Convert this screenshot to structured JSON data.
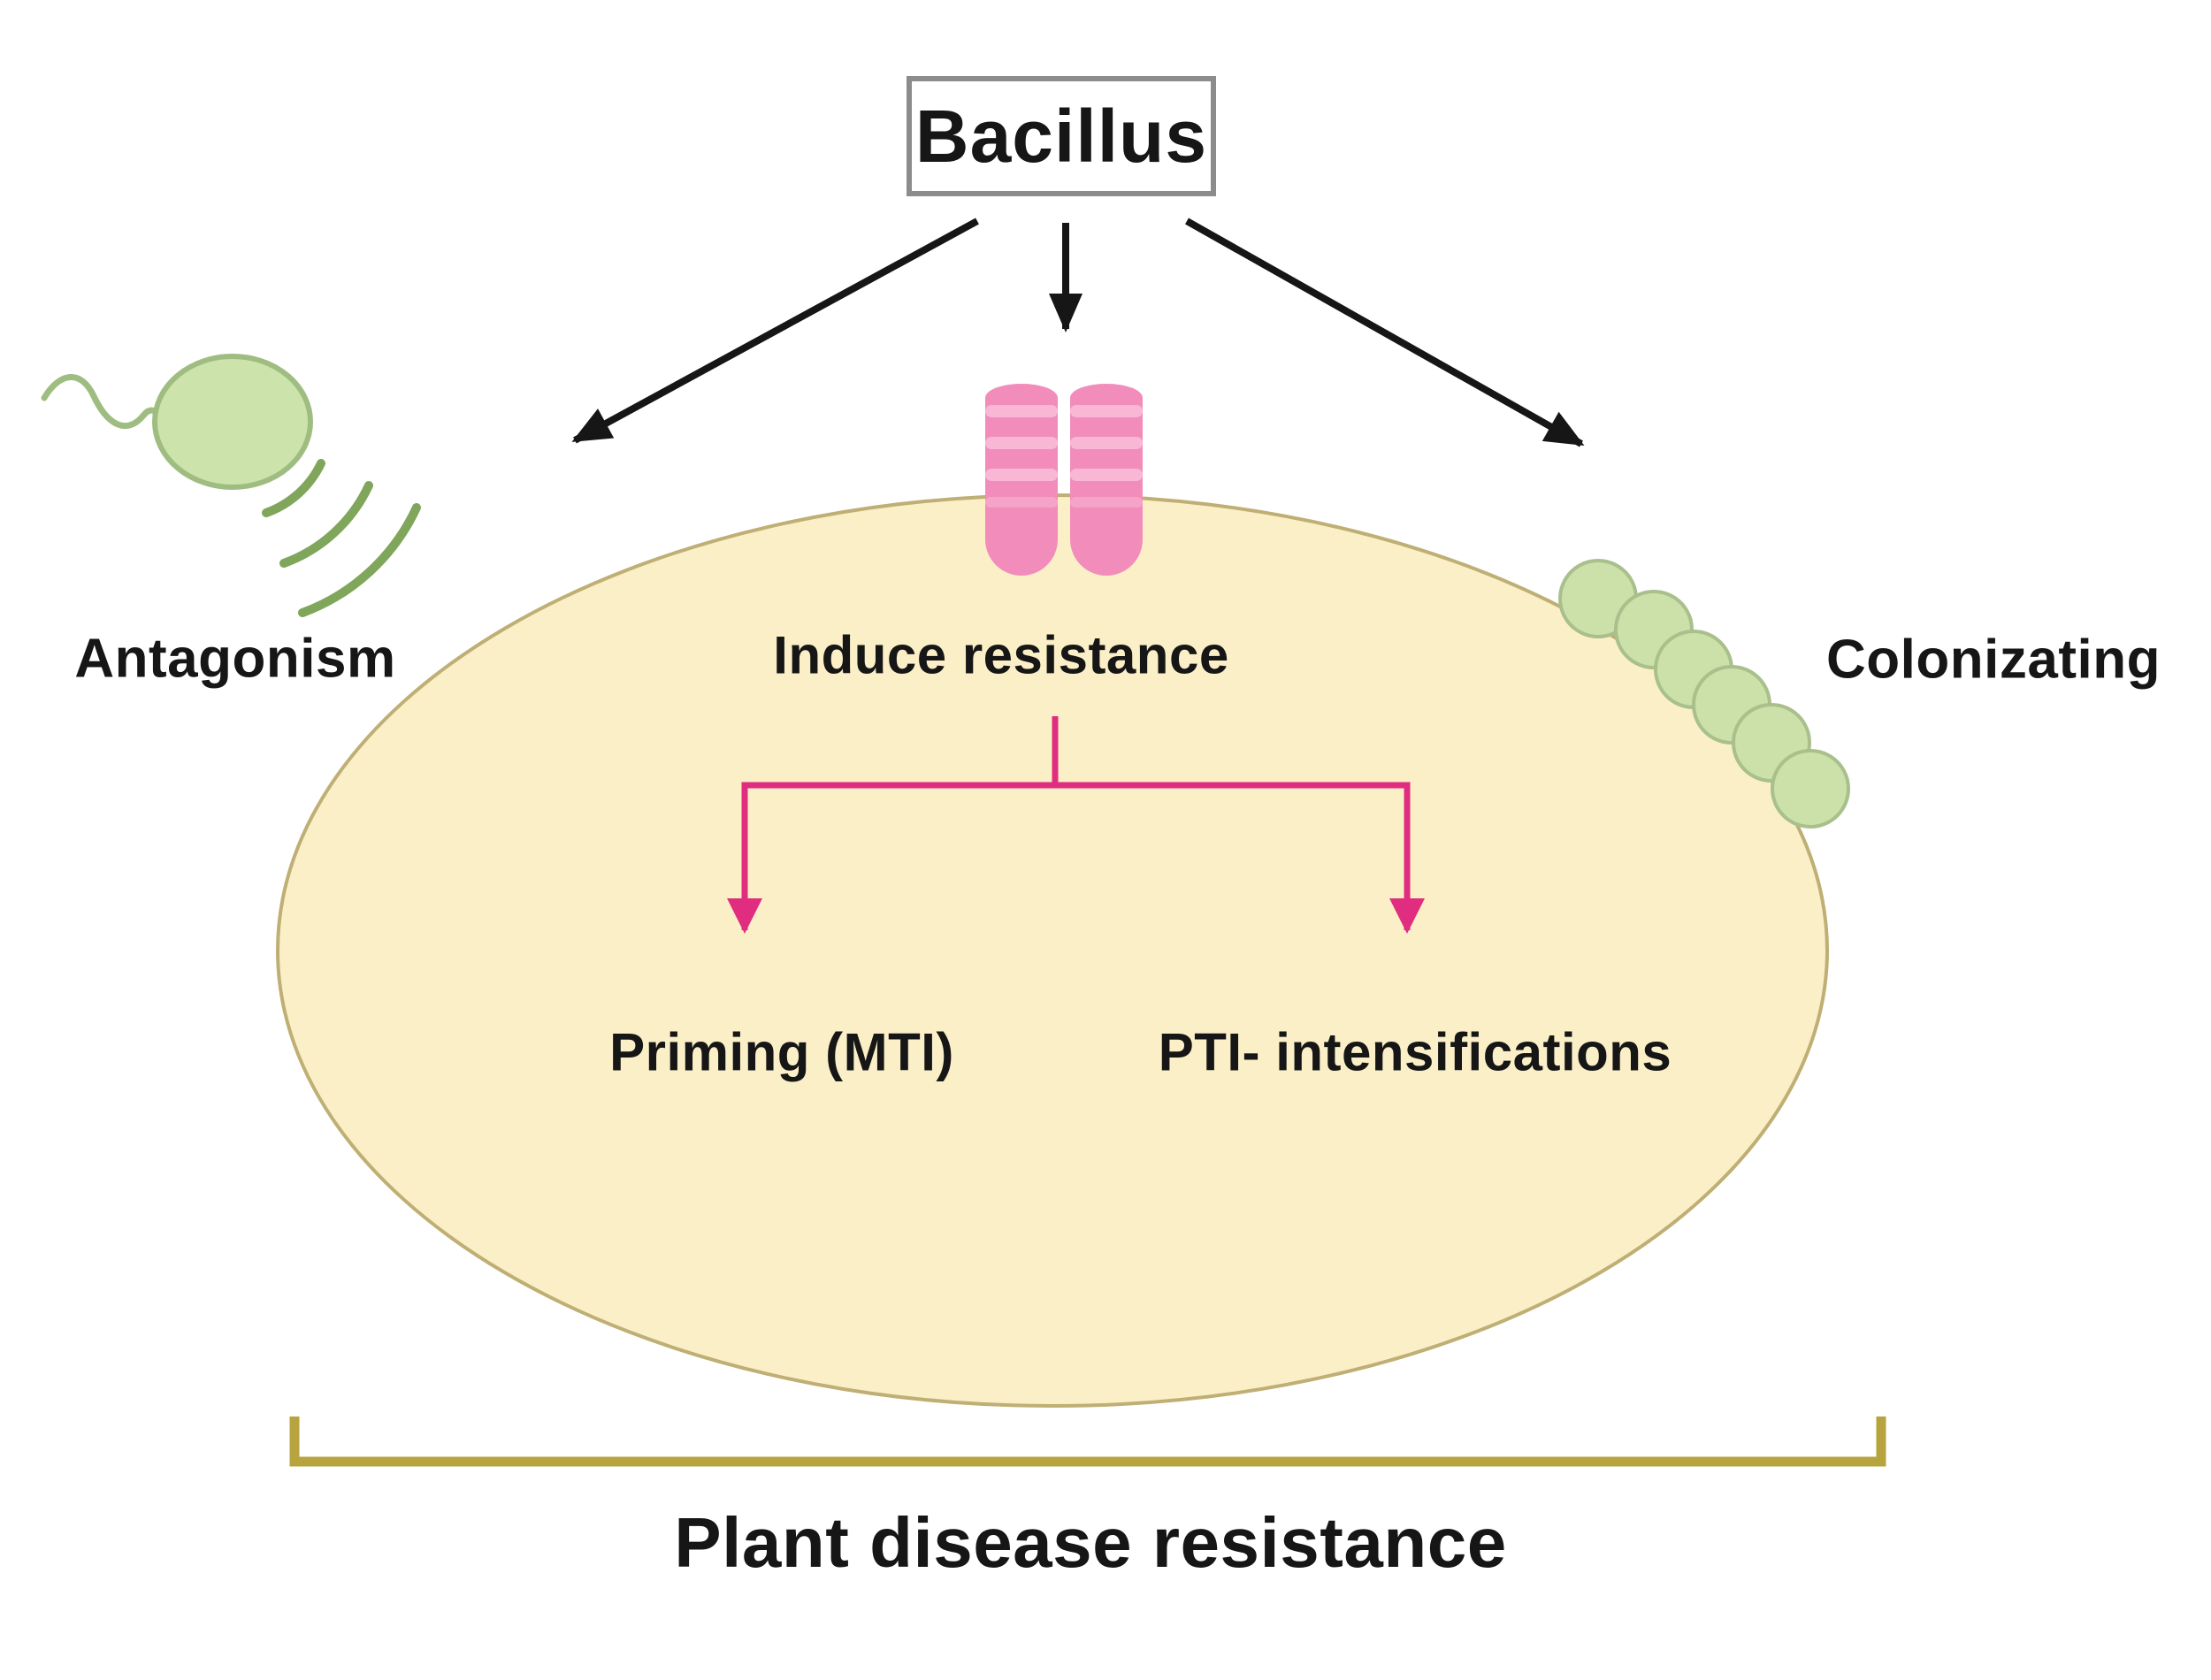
{
  "diagram": {
    "source": {
      "label": "Bacillus"
    },
    "mechanisms": {
      "antagonism": "Antagonism",
      "induce_resistance": "Induce resistance",
      "colonizating": "Colonizating"
    },
    "induced_outcomes": {
      "priming": "Priming (MTI)",
      "pti": "PTI- intensifications"
    },
    "outcome": {
      "label": "Plant disease resistance"
    }
  },
  "icons": {
    "bacterium": "bacterium-icon",
    "signal_waves": "signal-waves-icon",
    "receptor_tubes": "receptor-tubes-icon",
    "colonizing_cells": "colonizing-cells-icon",
    "plant_cell": "plant-cell-ellipse",
    "bracket": "bracket-icon"
  },
  "colors": {
    "cell_fill": "#FBEFC8",
    "cell_border": "#BFAF74",
    "receptor_pink": "#F28CBB",
    "receptor_stripe": "#F8B7D5",
    "branch_pink": "#E02D80",
    "microbe_green_fill": "#CDE3AC",
    "microbe_green_border": "#9FBD81",
    "wave_green": "#7FA65A",
    "colony_fill": "#CBE1A9",
    "colony_border": "#A9BF8C",
    "bracket_gold": "#B7A43E",
    "arrow_black": "#161616",
    "box_border": "#8C8C8C"
  }
}
